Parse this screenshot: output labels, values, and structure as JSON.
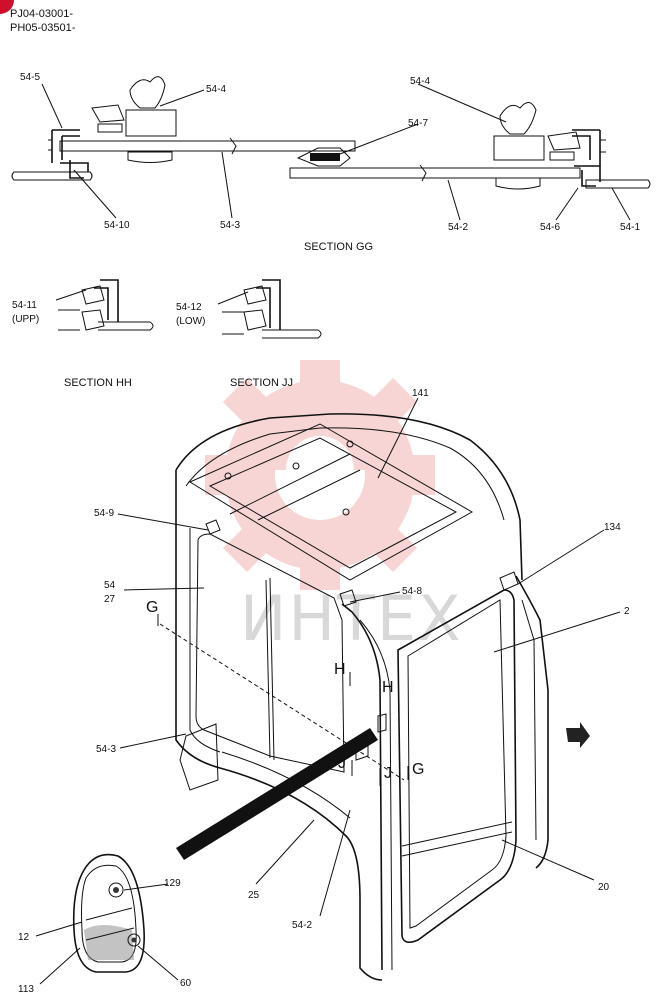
{
  "header": {
    "code_1": "PJ04-03001-",
    "code_2": "PH05-03501-"
  },
  "sections": {
    "gg": "SECTION GG",
    "hh": "SECTION HH",
    "jj": "SECTION JJ"
  },
  "watermark": {
    "text": "ИНТЕХ",
    "gear_color": "#f4b3b3",
    "text_color": "#d8d8d8"
  },
  "section_gg": {
    "l_54_5": "54-5",
    "l_54_4_left": "54-4",
    "l_54_4_right": "54-4",
    "l_54_7": "54-7",
    "l_54_10": "54-10",
    "l_54_3": "54-3",
    "l_54_2": "54-2",
    "l_54_6": "54-6",
    "l_54_1": "54-1"
  },
  "section_hh": {
    "l_54_11": "54-11",
    "l_upp": "(UPP)"
  },
  "section_jj": {
    "l_54_12": "54-12",
    "l_low": "(LOW)"
  },
  "main": {
    "l_141": "141",
    "l_54_9": "54-9",
    "l_134": "134",
    "l_54": "54",
    "l_27": "27",
    "l_54_8": "54-8",
    "l_2": "2",
    "l_G_left": "G",
    "l_H_left": "H",
    "l_H_right": "H",
    "l_54_3": "54-3",
    "l_J_left": "J",
    "l_J_right": "J",
    "l_G_right": "G",
    "l_25": "25",
    "l_54_2": "54-2",
    "l_20": "20"
  },
  "mirror": {
    "l_129": "129",
    "l_12": "12",
    "l_113": "113",
    "l_60": "60"
  }
}
